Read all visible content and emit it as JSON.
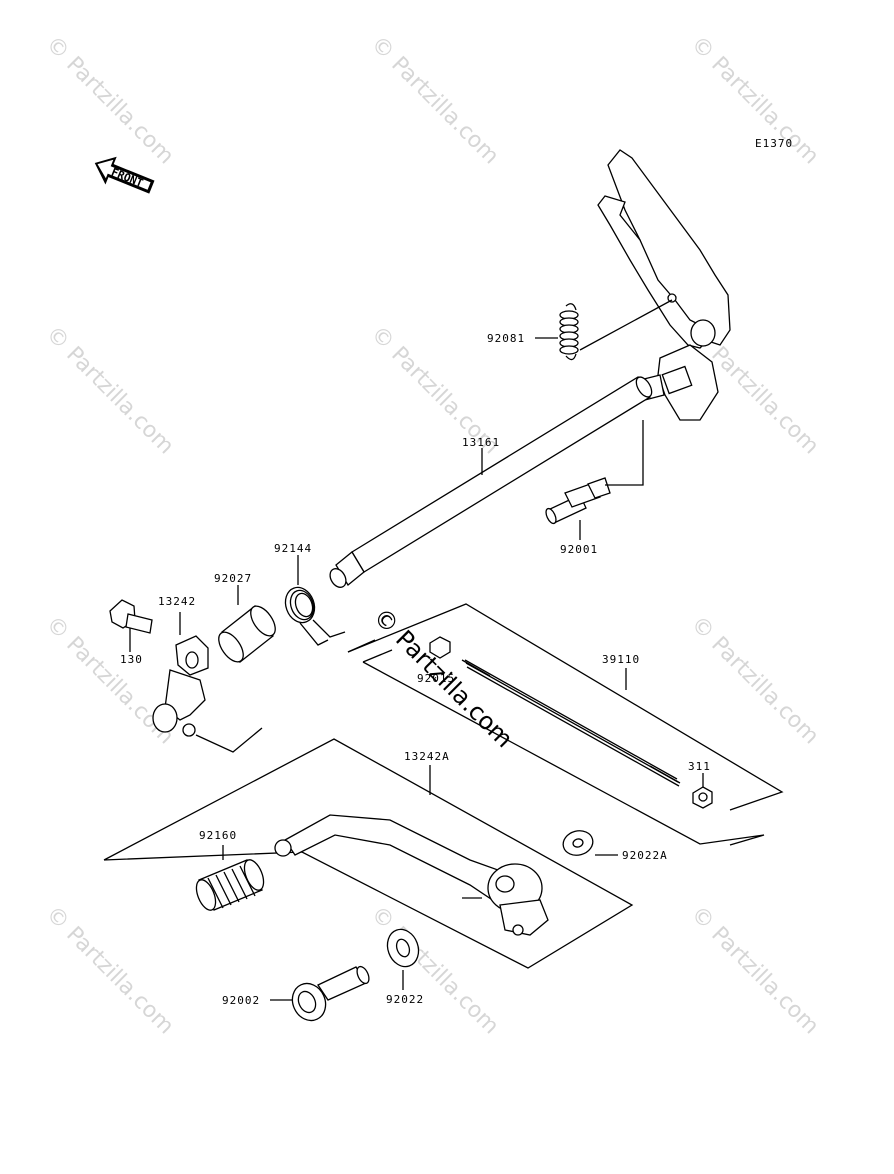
{
  "diagram": {
    "code": "E1370",
    "front_label": "FRONT",
    "parts": {
      "p92081": "92081",
      "p13161": "13161",
      "p92001": "92001",
      "p92144": "92144",
      "p92027": "92027",
      "p13242": "13242",
      "p130": "130",
      "p92015": "92015",
      "p39110": "39110",
      "p311": "311",
      "p13242A": "13242A",
      "p92160": "92160",
      "p92022A": "92022A",
      "p92002": "92002",
      "p92022": "92022"
    }
  },
  "watermark": {
    "text": "© Partzilla.com",
    "center_text": "© Partzilla.com"
  }
}
